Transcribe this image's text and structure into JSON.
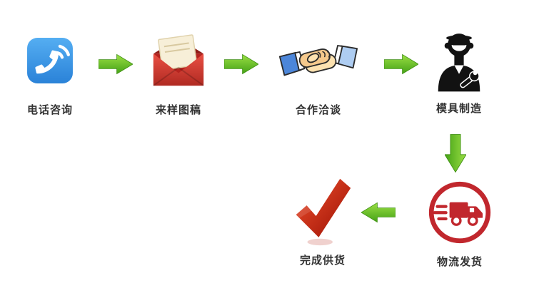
{
  "flow": {
    "steps": [
      {
        "label": "电话咨询",
        "icon": "phone-icon"
      },
      {
        "label": "来样图稿",
        "icon": "envelope-icon"
      },
      {
        "label": "合作洽谈",
        "icon": "handshake-icon"
      },
      {
        "label": "模具制造",
        "icon": "worker-wrench-icon"
      },
      {
        "label": "物流发货",
        "icon": "delivery-truck-icon"
      },
      {
        "label": "完成供货",
        "icon": "red-checkmark-icon"
      }
    ],
    "arrows": [
      {
        "from": "电话咨询",
        "to": "来样图稿",
        "direction": "right"
      },
      {
        "from": "来样图稿",
        "to": "合作洽谈",
        "direction": "right"
      },
      {
        "from": "合作洽谈",
        "to": "模具制造",
        "direction": "right"
      },
      {
        "from": "模具制造",
        "to": "物流发货",
        "direction": "down"
      },
      {
        "from": "物流发货",
        "to": "完成供货",
        "direction": "left"
      }
    ]
  },
  "colors": {
    "background": "#ffffff",
    "label_text": "#333333",
    "arrow_green_light": "#9ade44",
    "arrow_green_dark": "#44a216",
    "phone_blue_light": "#55aef2",
    "phone_blue_dark": "#2a82d8",
    "envelope_red_light": "#ea5044",
    "envelope_red_dark": "#b02a22",
    "handshake_sleeve_blue": "#4c86d9",
    "handshake_hand_tan": "#f5c98c",
    "worker_black": "#121212",
    "truck_red": "#c1272d",
    "check_red_light": "#f0512e",
    "check_red_dark": "#9a0f03"
  }
}
